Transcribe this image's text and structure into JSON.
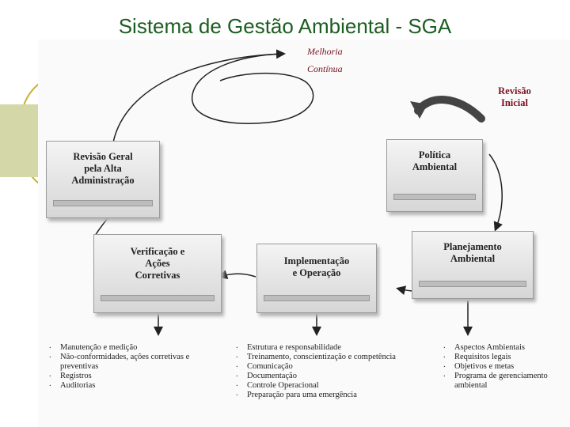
{
  "title": "Sistema de Gestão Ambiental - SGA",
  "diagram": {
    "continuous_improvement": {
      "line1": "Melhoria",
      "line2": "Contínua"
    },
    "initial_review": {
      "line1": "Revisão",
      "line2": "Inicial"
    },
    "boxes": {
      "management_review": {
        "lines": [
          "Revisão Geral",
          "pela Alta",
          "Administração"
        ]
      },
      "environmental_policy": {
        "lines": [
          "Política",
          "Ambiental"
        ]
      },
      "planning": {
        "lines": [
          "Planejamento",
          "Ambiental"
        ]
      },
      "implementation": {
        "lines": [
          "Implementação",
          "e Operação"
        ]
      },
      "checking": {
        "lines": [
          "Verificação e",
          "Ações",
          "Corretivas"
        ]
      }
    },
    "lists": {
      "checking": [
        "Manutenção e medição",
        "Não-conformidades, ações corretivas e preventivas",
        "Registros",
        "Auditorias"
      ],
      "implementation": [
        "Estrutura e responsabilidade",
        "Treinamento, conscientização e competência",
        "Comunicação",
        "Documentação",
        "Controle Operacional",
        "Preparação para uma emergência"
      ],
      "planning": [
        "Aspectos Ambientais",
        "Requisitos legais",
        "Objetivos e metas",
        "Programa de gerenciamento ambiental"
      ]
    }
  },
  "colors": {
    "title": "#1b5e20",
    "caption": "#7a1020",
    "deco_block": "#d4d8a8",
    "deco_arc": "#c8b02e"
  }
}
